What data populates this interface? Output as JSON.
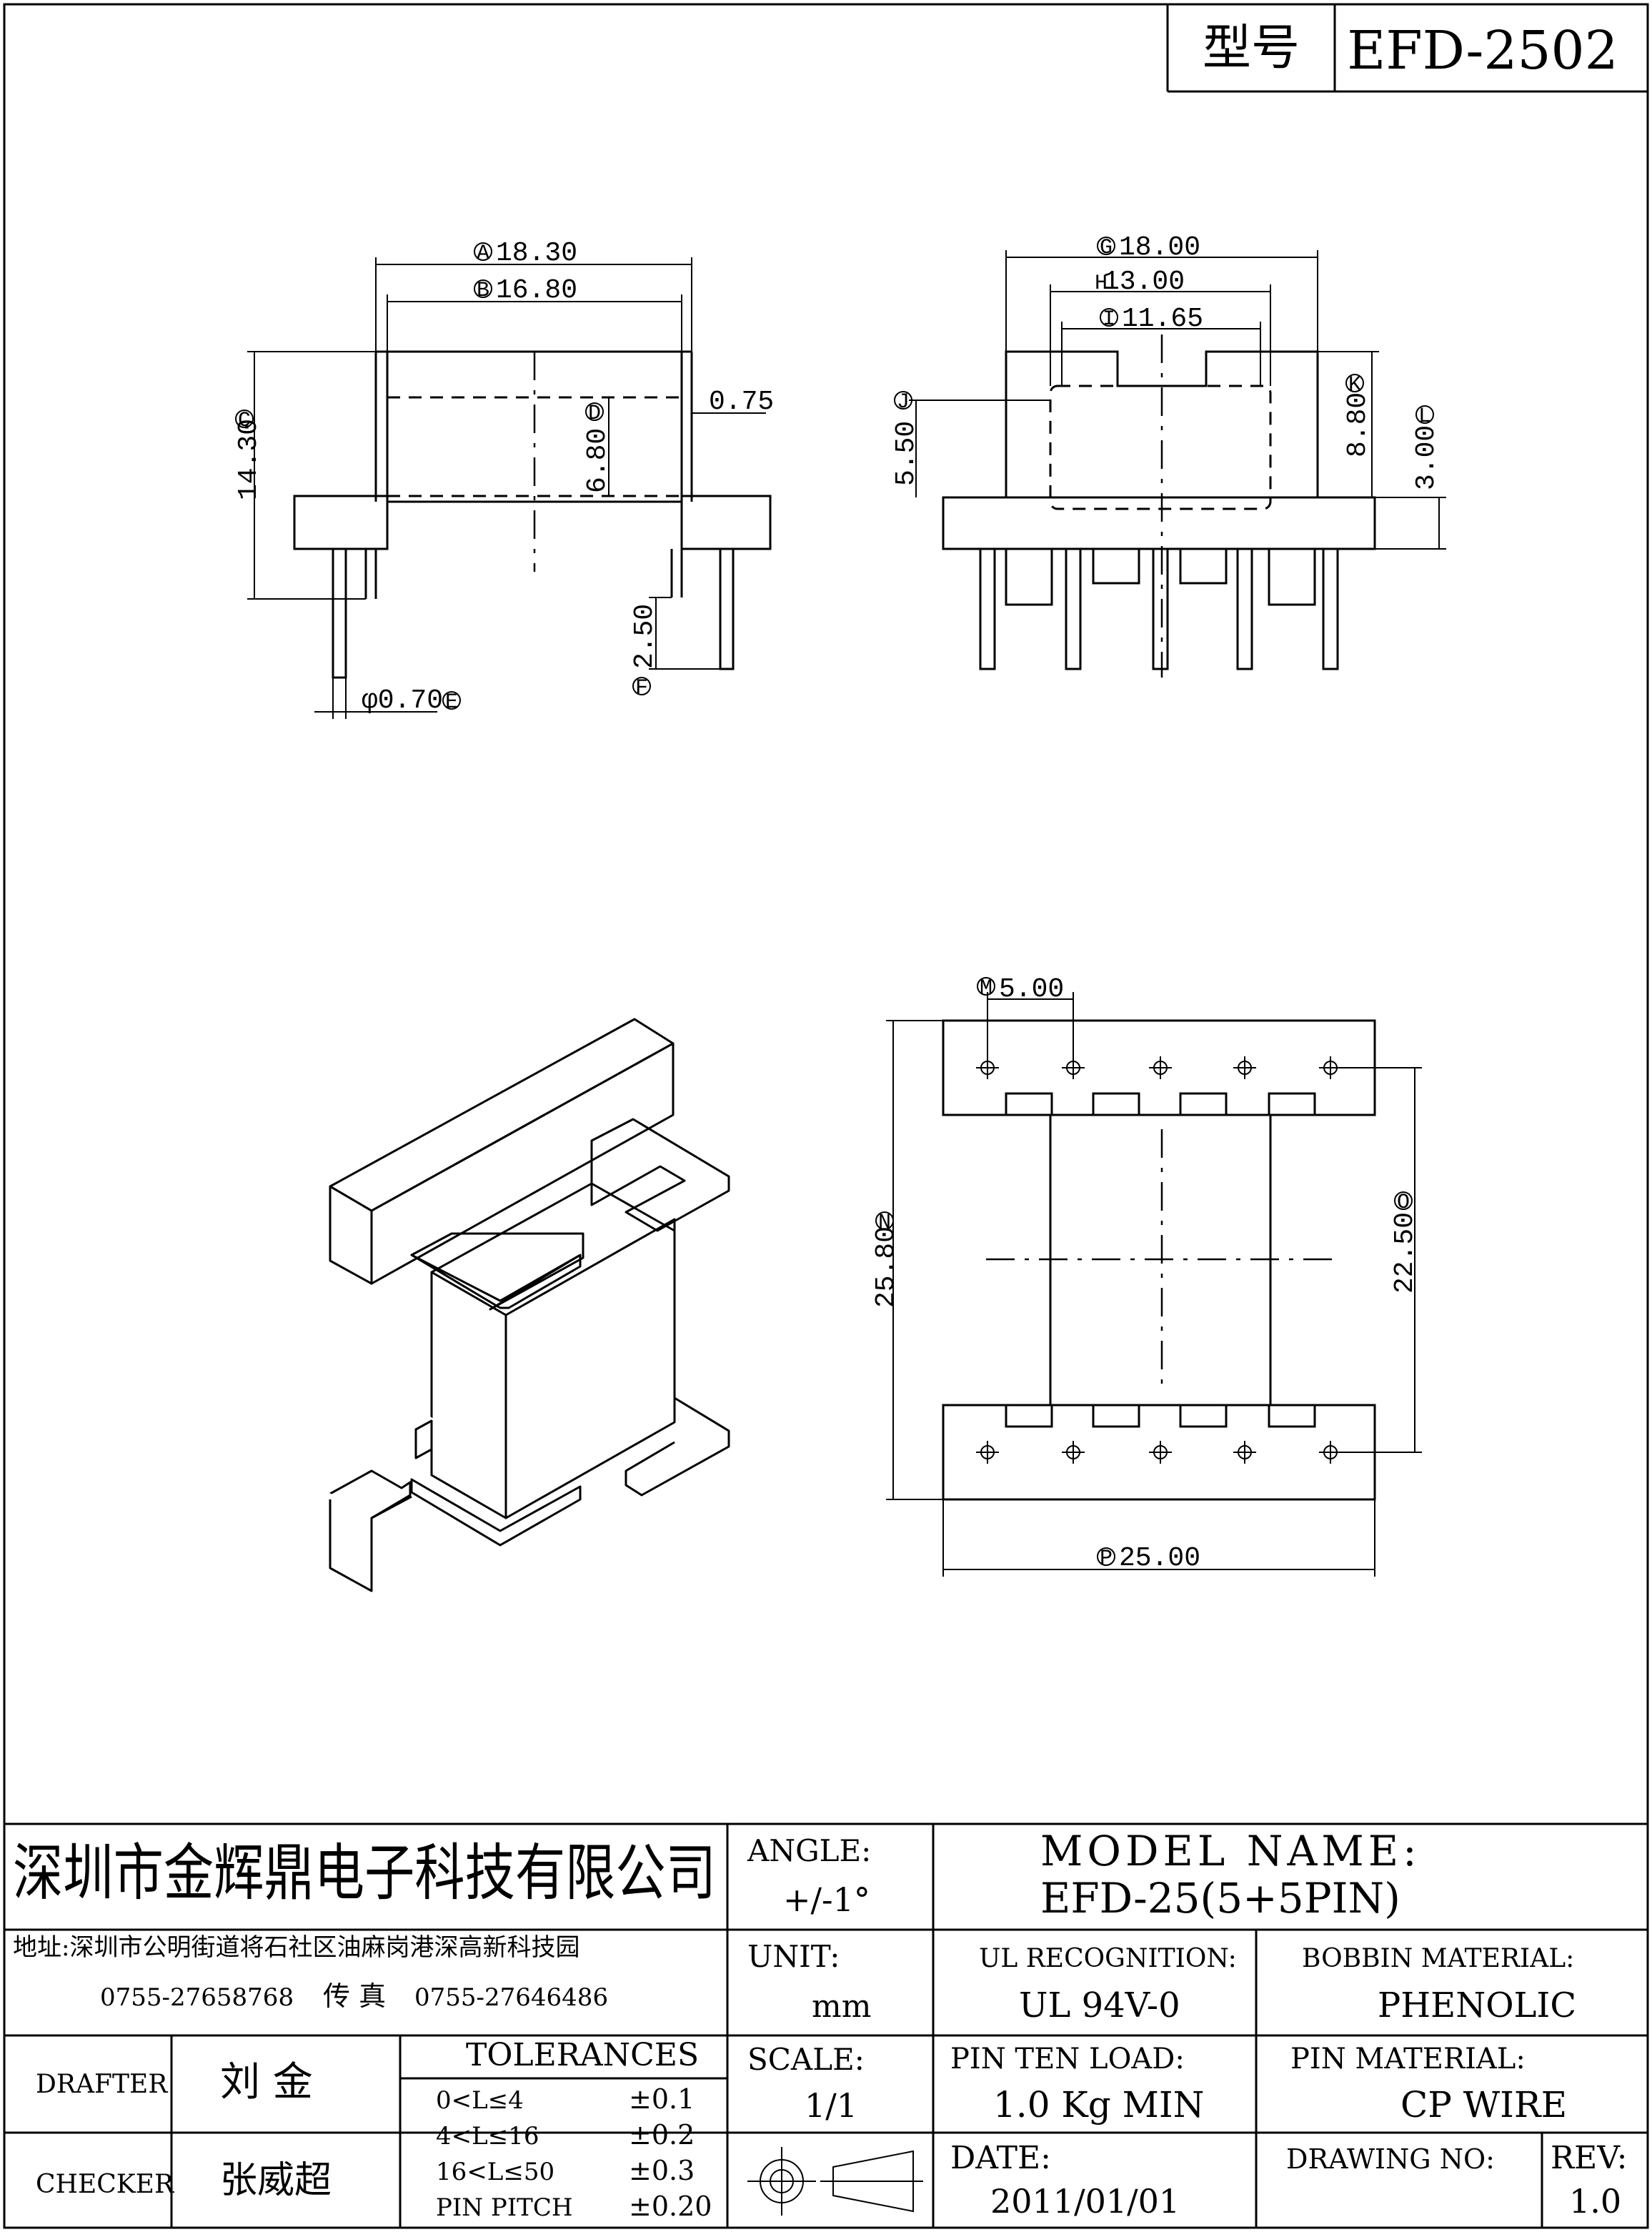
{
  "header": {
    "type_label": "型号",
    "model_code": "EFD-2502"
  },
  "front_view": {
    "A": {
      "circle": "A",
      "value": "18.30"
    },
    "B": {
      "circle": "B",
      "value": "16.80"
    },
    "C": {
      "circle": "C",
      "value": "14.30"
    },
    "D": {
      "circle": "D",
      "value": "6.80"
    },
    "thickness": "0.75",
    "E": {
      "circle": "E",
      "value": "φ0.70"
    },
    "F": {
      "circle": "F",
      "value": "2.50"
    }
  },
  "side_view": {
    "G": {
      "circle": "G",
      "value": "18.00"
    },
    "H": {
      "circle": "H",
      "value": "13.00"
    },
    "I": {
      "circle": "I",
      "value": "11.65"
    },
    "J": {
      "circle": "J",
      "value": "5.50"
    },
    "K": {
      "circle": "K",
      "value": "8.80"
    },
    "L": {
      "circle": "L",
      "value": "3.00"
    }
  },
  "top_view": {
    "M": {
      "circle": "M",
      "value": "5.00"
    },
    "N": {
      "circle": "N",
      "value": "25.80"
    },
    "O": {
      "circle": "O",
      "value": "22.50"
    },
    "P": {
      "circle": "P",
      "value": "25.00"
    }
  },
  "title_block": {
    "company": "深圳市金辉鼎电子科技有限公司",
    "address": "地址:深圳市公明街道将石社区油麻岗港深高新科技园",
    "phone": "0755-27658768",
    "fax_label": "传 真",
    "fax": "0755-27646486",
    "angle_label": "ANGLE:",
    "angle_value": "+/-1°",
    "model_name_label": "MODEL NAME:",
    "model_name_value": "EFD-25(5+5PIN)",
    "unit_label": "UNIT:",
    "unit_value": "mm",
    "ul_label": "UL RECOGNITION:",
    "ul_value": "UL 94V-0",
    "bobbin_label": "BOBBIN MATERIAL:",
    "bobbin_value": "PHENOLIC",
    "drafter_label": "DRAFTER",
    "drafter_value": "刘  金",
    "checker_label": "CHECKER",
    "checker_value": "张威超",
    "tolerances_label": "TOLERANCES",
    "tolerances": [
      {
        "range": "0<L≤4",
        "tol": "±0.1"
      },
      {
        "range": "4<L≤16",
        "tol": "±0.2"
      },
      {
        "range": "16<L≤50",
        "tol": "±0.3"
      },
      {
        "range": "PIN PITCH",
        "tol": "±0.20"
      }
    ],
    "scale_label": "SCALE:",
    "scale_value": "1/1",
    "pin_load_label": "PIN TEN LOAD:",
    "pin_load_value": "1.0 Kg MIN",
    "pin_material_label": "PIN MATERIAL:",
    "pin_material_value": "CP WIRE",
    "date_label": "DATE:",
    "date_value": "2011/01/01",
    "drawing_no_label": "DRAWING NO:",
    "rev_label": "REV:",
    "rev_value": "1.0"
  }
}
